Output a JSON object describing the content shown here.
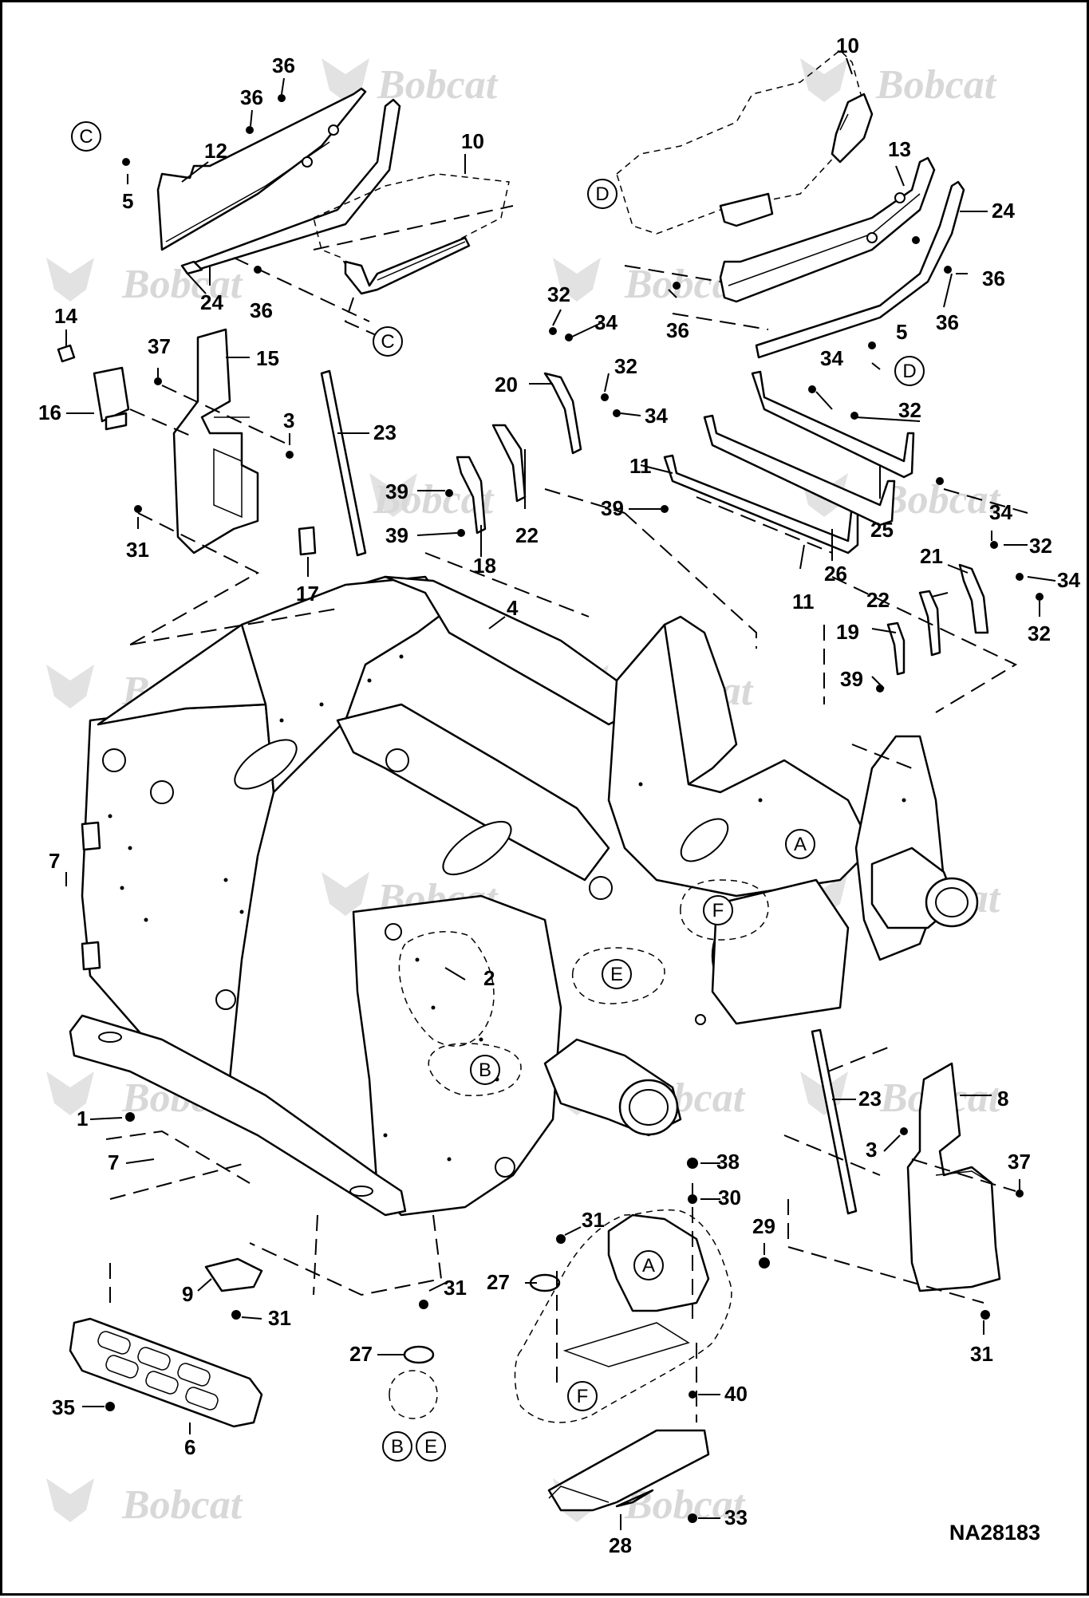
{
  "diagram": {
    "watermark": "Bobcat",
    "drawing_code": "NA28183",
    "callouts": [
      {
        "id": "c36a",
        "label": "36"
      },
      {
        "id": "c36b",
        "label": "36"
      },
      {
        "id": "c12",
        "label": "12"
      },
      {
        "id": "c10a",
        "label": "10"
      },
      {
        "id": "c5a",
        "label": "5"
      },
      {
        "id": "c24a",
        "label": "24"
      },
      {
        "id": "c36c",
        "label": "36"
      },
      {
        "id": "c10b",
        "label": "10"
      },
      {
        "id": "c13",
        "label": "13"
      },
      {
        "id": "c24b",
        "label": "24"
      },
      {
        "id": "c36d",
        "label": "36"
      },
      {
        "id": "c36e",
        "label": "36"
      },
      {
        "id": "c36f",
        "label": "36"
      },
      {
        "id": "c5b",
        "label": "5"
      },
      {
        "id": "c14",
        "label": "14"
      },
      {
        "id": "c37a",
        "label": "37"
      },
      {
        "id": "c15",
        "label": "15"
      },
      {
        "id": "c16",
        "label": "16"
      },
      {
        "id": "c3a",
        "label": "3"
      },
      {
        "id": "c23a",
        "label": "23"
      },
      {
        "id": "c31a",
        "label": "31"
      },
      {
        "id": "c17",
        "label": "17"
      },
      {
        "id": "c32a",
        "label": "32"
      },
      {
        "id": "c34a",
        "label": "34"
      },
      {
        "id": "c32b",
        "label": "32"
      },
      {
        "id": "c20",
        "label": "20"
      },
      {
        "id": "c34b",
        "label": "34"
      },
      {
        "id": "c39a",
        "label": "39"
      },
      {
        "id": "c39b",
        "label": "39"
      },
      {
        "id": "c18",
        "label": "18"
      },
      {
        "id": "c22a",
        "label": "22"
      },
      {
        "id": "c34c",
        "label": "34"
      },
      {
        "id": "c32c",
        "label": "32"
      },
      {
        "id": "c11a",
        "label": "11"
      },
      {
        "id": "c39c",
        "label": "39"
      },
      {
        "id": "c25",
        "label": "25"
      },
      {
        "id": "c26",
        "label": "26"
      },
      {
        "id": "c11b",
        "label": "11"
      },
      {
        "id": "c34d",
        "label": "34"
      },
      {
        "id": "c32d",
        "label": "32"
      },
      {
        "id": "c21",
        "label": "21"
      },
      {
        "id": "c34e",
        "label": "34"
      },
      {
        "id": "c22b",
        "label": "22"
      },
      {
        "id": "c32e",
        "label": "32"
      },
      {
        "id": "c19",
        "label": "19"
      },
      {
        "id": "c39d",
        "label": "39"
      },
      {
        "id": "c4",
        "label": "4"
      },
      {
        "id": "c7a",
        "label": "7"
      },
      {
        "id": "c2",
        "label": "2"
      },
      {
        "id": "c1",
        "label": "1"
      },
      {
        "id": "c7b",
        "label": "7"
      },
      {
        "id": "c23b",
        "label": "23"
      },
      {
        "id": "c8",
        "label": "8"
      },
      {
        "id": "c3b",
        "label": "3"
      },
      {
        "id": "c37b",
        "label": "37"
      },
      {
        "id": "c38",
        "label": "38"
      },
      {
        "id": "c30",
        "label": "30"
      },
      {
        "id": "c31b",
        "label": "31"
      },
      {
        "id": "c29",
        "label": "29"
      },
      {
        "id": "c27a",
        "label": "27"
      },
      {
        "id": "c9",
        "label": "9"
      },
      {
        "id": "c31c",
        "label": "31"
      },
      {
        "id": "c31d",
        "label": "31"
      },
      {
        "id": "c27b",
        "label": "27"
      },
      {
        "id": "c31e",
        "label": "31"
      },
      {
        "id": "c40",
        "label": "40"
      },
      {
        "id": "c35",
        "label": "35"
      },
      {
        "id": "c6",
        "label": "6"
      },
      {
        "id": "c33",
        "label": "33"
      },
      {
        "id": "c28",
        "label": "28"
      }
    ],
    "references": [
      {
        "id": "rC1",
        "label": "C"
      },
      {
        "id": "rC2",
        "label": "C"
      },
      {
        "id": "rD1",
        "label": "D"
      },
      {
        "id": "rD2",
        "label": "D"
      },
      {
        "id": "rA1",
        "label": "A"
      },
      {
        "id": "rA2",
        "label": "A"
      },
      {
        "id": "rF1",
        "label": "F"
      },
      {
        "id": "rF2",
        "label": "F"
      },
      {
        "id": "rE1",
        "label": "E"
      },
      {
        "id": "rB1",
        "label": "B"
      },
      {
        "id": "rB2",
        "label": "B"
      },
      {
        "id": "rE2",
        "label": "E"
      }
    ]
  }
}
